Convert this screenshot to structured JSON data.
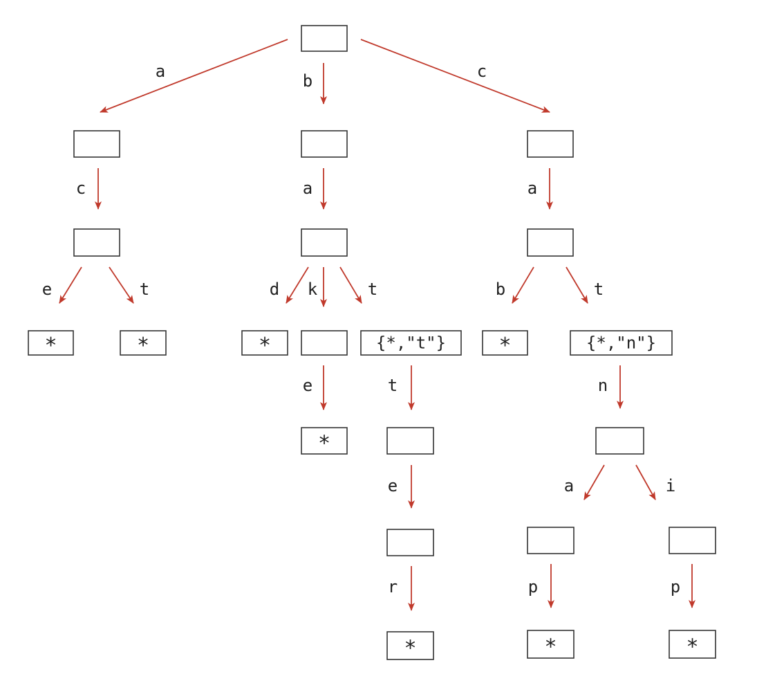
{
  "colors": {
    "edge": "#c0392b",
    "box_stroke": "#333333",
    "text": "#222222"
  },
  "nodes": {
    "root": "",
    "a": "",
    "b": "",
    "c": "",
    "ac": "",
    "ba": "",
    "ca": "",
    "ace": "*",
    "act": "*",
    "bad": "*",
    "bak": "",
    "bat": "{*,\"t\"}",
    "cab": "*",
    "cat": "{*,\"n\"}",
    "bake": "*",
    "batt": "",
    "catn": "",
    "batte": "",
    "catna": "",
    "catni": "",
    "batter": "*",
    "catnap": "*",
    "catnip": "*"
  },
  "edges": [
    {
      "id": "root-a",
      "from": "root",
      "to": "a",
      "label": "a"
    },
    {
      "id": "root-b",
      "from": "root",
      "to": "b",
      "label": "b"
    },
    {
      "id": "root-c",
      "from": "root",
      "to": "c",
      "label": "c"
    },
    {
      "id": "a-ac",
      "from": "a",
      "to": "ac",
      "label": "c"
    },
    {
      "id": "b-ba",
      "from": "b",
      "to": "ba",
      "label": "a"
    },
    {
      "id": "c-ca",
      "from": "c",
      "to": "ca",
      "label": "a"
    },
    {
      "id": "ac-ace",
      "from": "ac",
      "to": "ace",
      "label": "e"
    },
    {
      "id": "ac-act",
      "from": "ac",
      "to": "act",
      "label": "t"
    },
    {
      "id": "ba-bad",
      "from": "ba",
      "to": "bad",
      "label": "d"
    },
    {
      "id": "ba-bak",
      "from": "ba",
      "to": "bak",
      "label": "k"
    },
    {
      "id": "ba-bat",
      "from": "ba",
      "to": "bat",
      "label": "t"
    },
    {
      "id": "ca-cab",
      "from": "ca",
      "to": "cab",
      "label": "b"
    },
    {
      "id": "ca-cat",
      "from": "ca",
      "to": "cat",
      "label": "t"
    },
    {
      "id": "bak-bake",
      "from": "bak",
      "to": "bake",
      "label": "e"
    },
    {
      "id": "bat-batt",
      "from": "bat",
      "to": "batt",
      "label": "t"
    },
    {
      "id": "cat-catn",
      "from": "cat",
      "to": "catn",
      "label": "n"
    },
    {
      "id": "batt-batte",
      "from": "batt",
      "to": "batte",
      "label": "e"
    },
    {
      "id": "catn-catna",
      "from": "catn",
      "to": "catna",
      "label": "a"
    },
    {
      "id": "catn-catni",
      "from": "catn",
      "to": "catni",
      "label": "i"
    },
    {
      "id": "batte-batter",
      "from": "batte",
      "to": "batter",
      "label": "r"
    },
    {
      "id": "catna-catnap",
      "from": "catna",
      "to": "catnap",
      "label": "p"
    },
    {
      "id": "catni-catnip",
      "from": "catni",
      "to": "catnip",
      "label": "p"
    }
  ]
}
